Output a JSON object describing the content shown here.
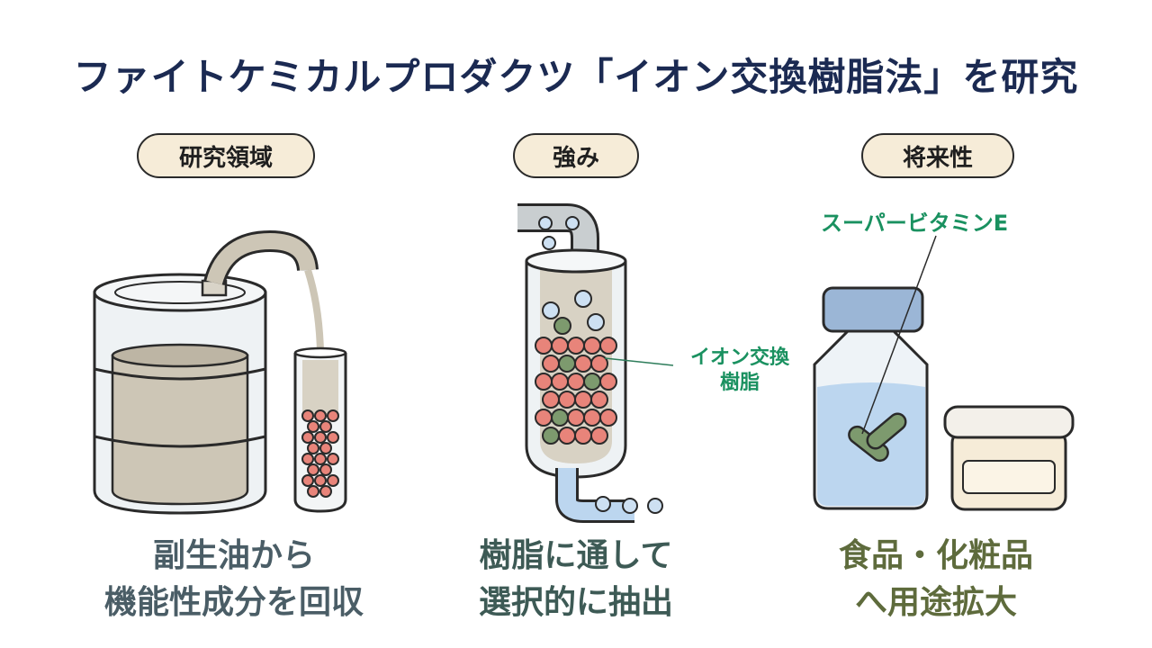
{
  "title": "ファイトケミカルプロダクツ「イオン交換樹脂法」を研究",
  "columns": [
    {
      "heading": "研究領域",
      "caption_lines": [
        "副生油から",
        "機能性成分を回収"
      ]
    },
    {
      "heading": "強み",
      "caption_lines": [
        "樹脂に通して",
        "選択的に抽出"
      ],
      "label_lines": [
        "イオン交換",
        "樹脂"
      ]
    },
    {
      "heading": "将来性",
      "caption_lines": [
        "食品・化粧品",
        "へ用途拡大"
      ],
      "label": "スーパービタミンE"
    }
  ],
  "colors": {
    "title": "#1b2a52",
    "pill_fill": "#f6ecd8",
    "label_green": "#1a9160",
    "bead_red": "#e8847a",
    "bead_green": "#7d9a6e",
    "bead_blue": "#cde0f2",
    "oil": "#cdc6b6",
    "water": "#bcd6ef"
  }
}
